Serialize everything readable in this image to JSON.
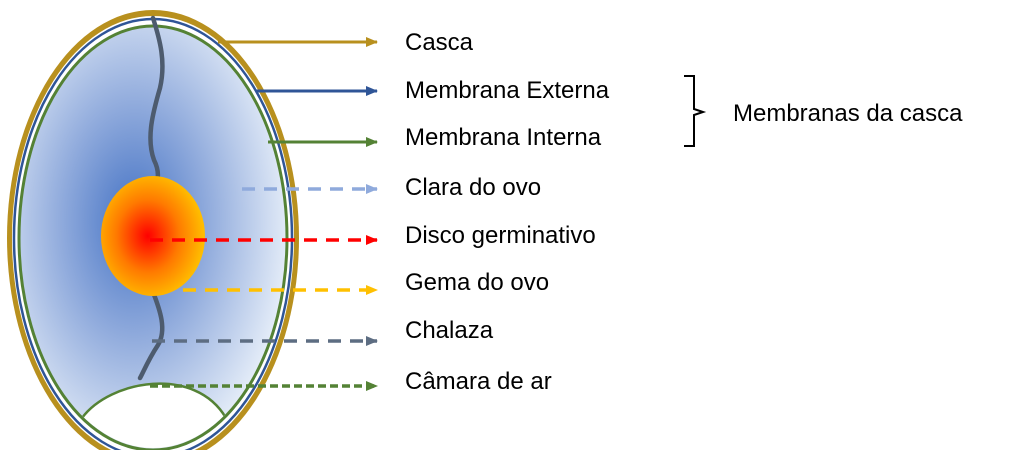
{
  "labels": {
    "casca": "Casca",
    "membrana_externa": "Membrana Externa",
    "membrana_interna": "Membrana Interna",
    "membranas_da_casca": "Membranas da casca",
    "clara": "Clara do ovo",
    "disco": "Disco germinativo",
    "gema": "Gema do ovo",
    "chalaza": "Chalaza",
    "camara": "Câmara de ar"
  },
  "colors": {
    "shell": "#B8901E",
    "outer_membrane": "#2F5597",
    "inner_membrane": "#548235",
    "albumen_center": "#4472C4",
    "albumen_edge": "#DEEBF7",
    "yolk_center": "#FF0000",
    "yolk_edge": "#FFC000",
    "chalaza": "#4D5B6E",
    "air_chamber_line": "#548235",
    "clara_arrow": "#8FAADC",
    "disco_arrow": "#FF0000",
    "gema_arrow": "#FFC000",
    "chalaza_arrow": "#5D6D82",
    "camara_arrow": "#548235"
  }
}
